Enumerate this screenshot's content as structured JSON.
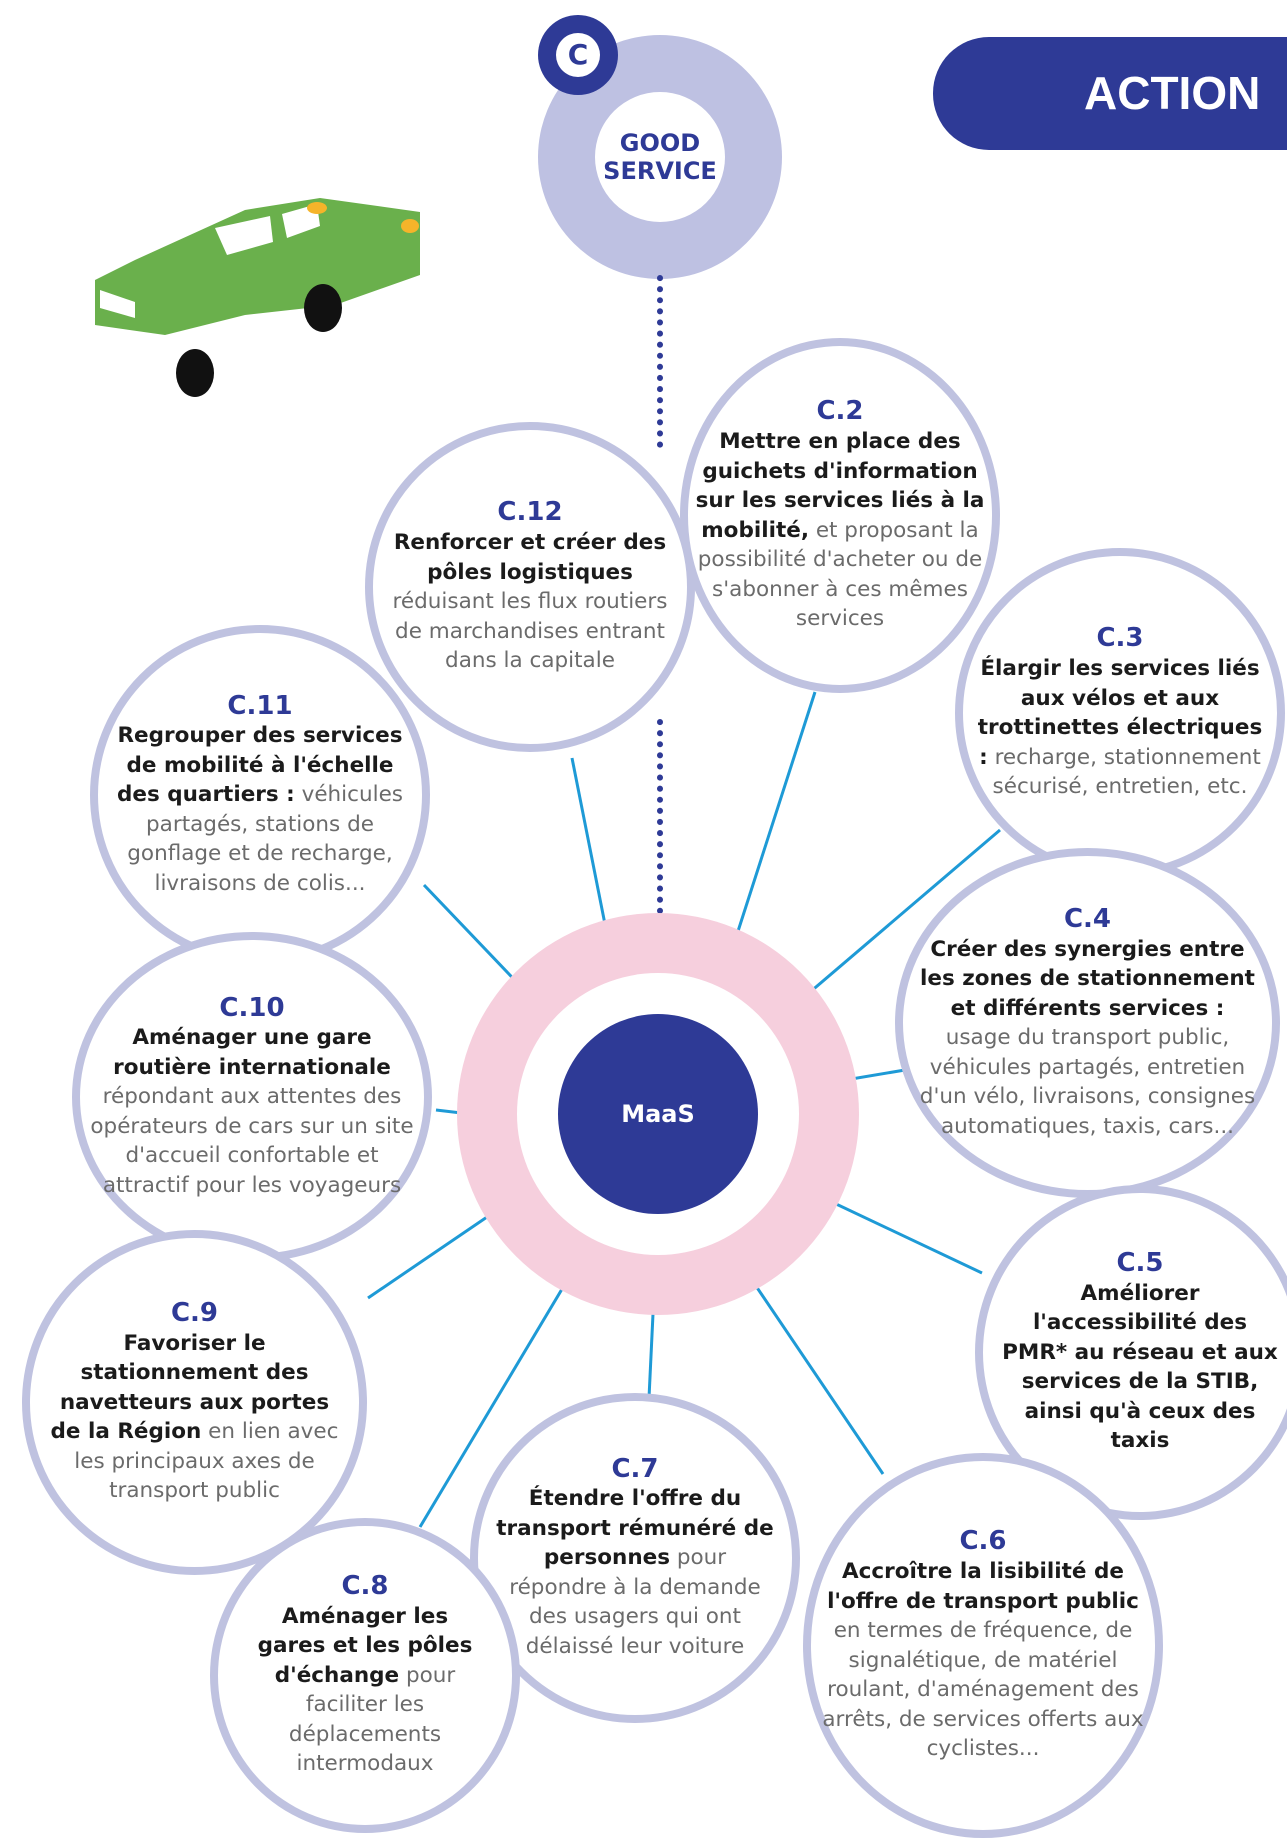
{
  "header": {
    "action_label": "ACTION"
  },
  "good_service": {
    "badge": "C",
    "label_line1": "GOOD",
    "label_line2": "SERVICE"
  },
  "hub": {
    "label": "MaaS"
  },
  "colors": {
    "navy": "#2e3a96",
    "lavender": "#bfc2e0",
    "pink": "#f6cfdd",
    "connector": "#1e9ad6",
    "car_green": "#6ab04c"
  },
  "icons": [
    "car-icon"
  ],
  "actions": [
    {
      "code": "C.2",
      "bold": "Mettre en place des guichets d'information sur les services liés à la mobilité,",
      "rest": " et proposant la possibilité d'acheter ou de s'abonner à ces mêmes services"
    },
    {
      "code": "C.3",
      "bold": "Élargir les services liés aux vélos et aux trottinettes électriques :",
      "rest": " recharge, stationnement sécurisé, entretien, etc."
    },
    {
      "code": "C.4",
      "bold": "Créer des synergies entre les zones de stationnement et différents services :",
      "rest": " usage du transport public, véhicules partagés, entretien d'un vélo, livraisons, consignes automatiques, taxis, cars..."
    },
    {
      "code": "C.5",
      "bold": "Améliorer l'accessibilité des PMR* au réseau et aux services de la STIB, ainsi qu'à ceux des taxis",
      "rest": ""
    },
    {
      "code": "C.6",
      "bold": "Accroître la lisibilité de l'offre de transport public",
      "rest": " en termes de fréquence, de signalétique, de matériel roulant, d'aménagement des arrêts, de services offerts aux cyclistes..."
    },
    {
      "code": "C.7",
      "bold": "Étendre l'offre du transport rémunéré de personnes",
      "rest": " pour répondre à la demande des usagers qui ont délaissé leur voiture"
    },
    {
      "code": "C.8",
      "bold": "Aménager les gares et les pôles d'échange",
      "rest": " pour faciliter les déplacements intermodaux"
    },
    {
      "code": "C.9",
      "bold": "Favoriser le stationnement des navetteurs aux portes de la Région",
      "rest": " en lien avec les principaux axes de transport public"
    },
    {
      "code": "C.10",
      "bold": "Aménager une gare routière internationale",
      "rest": " répondant aux attentes des opérateurs de cars sur un site d'accueil confortable et attractif pour les voyageurs"
    },
    {
      "code": "C.11",
      "bold": "Regrouper des services de mobilité à l'échelle des quartiers :",
      "rest": " véhicules partagés, stations de gonflage et de recharge, livraisons de colis..."
    },
    {
      "code": "C.12",
      "bold": "Renforcer et créer des pôles logistiques",
      "rest": " réduisant les flux routiers de marchandises entrant dans la capitale"
    }
  ]
}
